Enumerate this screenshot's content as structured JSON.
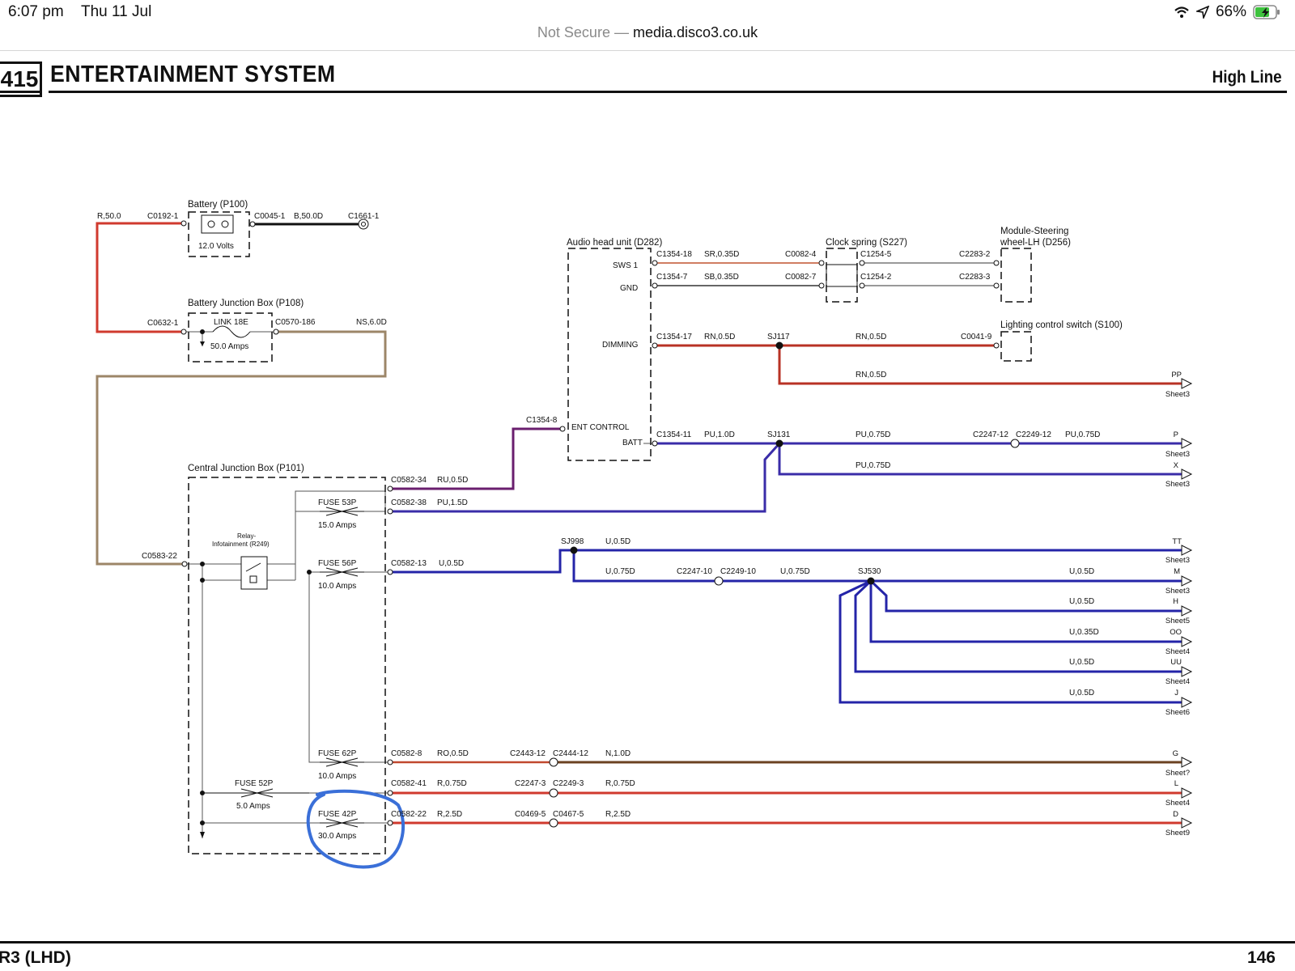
{
  "status": {
    "time": "6:07 pm",
    "date": "Thu 11 Jul",
    "battery": "66%"
  },
  "browser": {
    "security": "Not Secure",
    "separator": "—",
    "domain": "media.disco3.co.uk"
  },
  "header": {
    "section_number": "415",
    "title": "ENTERTAINMENT SYSTEM",
    "variant": "High Line"
  },
  "footer": {
    "left": "R3 (LHD)",
    "page": "146"
  },
  "diagram": {
    "components": {
      "battery": "Battery (P100)",
      "battery_voltage": "12.0 Volts",
      "bjb": "Battery Junction Box (P108)",
      "link": "LINK 18E",
      "link_rating": "50.0 Amps",
      "cjb": "Central Junction Box (P101)",
      "relay_line1": "Relay-",
      "relay_line2": "Infotainment (R249)",
      "audio": "Audio head unit (D282)",
      "clock": "Clock spring (S227)",
      "module_line1": "Module-Steering",
      "module_line2": "wheel-LH (D256)",
      "lighting": "Lighting control switch (S100)"
    },
    "pins": {
      "sws1": "SWS 1",
      "gnd": "GND",
      "dimming": "DIMMING",
      "ent_control": "ENT CONTROL",
      "batt": "BATT"
    },
    "fuses": [
      {
        "name": "FUSE 53P",
        "rating": "15.0 Amps"
      },
      {
        "name": "FUSE 56P",
        "rating": "10.0 Amps"
      },
      {
        "name": "FUSE 62P",
        "rating": "10.0 Amps"
      },
      {
        "name": "FUSE 52P",
        "rating": "5.0 Amps"
      },
      {
        "name": "FUSE 42P",
        "rating": "30.0 Amps"
      }
    ],
    "labels": {
      "r_50": "R,50.0",
      "c0192": "C0192-1",
      "c0045": "C0045-1",
      "b_50": "B,50.0D",
      "c1661": "C1661-1",
      "c0632": "C0632-1",
      "c0570": "C0570-186",
      "ns_6": "NS,6.0D",
      "c0583": "C0583-22",
      "c1354_18": "C1354-18",
      "sr_035": "SR,0.35D",
      "c0082_4": "C0082-4",
      "c1254_5": "C1254-5",
      "c2283_2": "C2283-2",
      "c1354_7": "C1354-7",
      "sb_035": "SB,0.35D",
      "c0082_7": "C0082-7",
      "c1254_2": "C1254-2",
      "c2283_3": "C2283-3",
      "c1354_17": "C1354-17",
      "rn_05": "RN,0.5D",
      "sj117": "SJ117",
      "c0041_9": "C0041-9",
      "c1354_8": "C1354-8",
      "c1354_11": "C1354-11",
      "pu_10": "PU,1.0D",
      "sj131": "SJ131",
      "pu_075": "PU,0.75D",
      "c2247_12": "C2247-12",
      "c2249_12": "C2249-12",
      "c0582_34": "C0582-34",
      "ru_05": "RU,0.5D",
      "c0582_38": "C0582-38",
      "pu_15": "PU,1.5D",
      "c0582_13": "C0582-13",
      "u_05": "U,0.5D",
      "sj998": "SJ998",
      "u_075": "U,0.75D",
      "c2247_10": "C2247-10",
      "c2249_10": "C2249-10",
      "sj530": "SJ530",
      "u_035": "U,0.35D",
      "c0582_8": "C0582-8",
      "ro_05": "RO,0.5D",
      "c2443_12": "C2443-12",
      "c2444_12": "C2444-12",
      "n_10": "N,1.0D",
      "c0582_41": "C0582-41",
      "r_075": "R,0.75D",
      "c2247_3": "C2247-3",
      "c2249_3": "C2249-3",
      "c0582_22": "C0582-22",
      "r_25": "R,2.5D",
      "c0469_5": "C0469-5",
      "c0467_5": "C0467-5"
    },
    "outputs": [
      {
        "code": "PP",
        "sheet": "Sheet3"
      },
      {
        "code": "P",
        "sheet": "Sheet3"
      },
      {
        "code": "X",
        "sheet": "Sheet3"
      },
      {
        "code": "TT",
        "sheet": "Sheet3"
      },
      {
        "code": "M",
        "sheet": "Sheet3"
      },
      {
        "code": "H",
        "sheet": "Sheet5"
      },
      {
        "code": "OO",
        "sheet": "Sheet4"
      },
      {
        "code": "UU",
        "sheet": "Sheet4"
      },
      {
        "code": "J",
        "sheet": "Sheet6"
      },
      {
        "code": "G",
        "sheet": "Sheet?"
      },
      {
        "code": "L",
        "sheet": "Sheet4"
      },
      {
        "code": "D",
        "sheet": "Sheet9"
      }
    ],
    "colors": {
      "red": "#d03a2e",
      "brown_ns": "#9c8668",
      "purple": "#6a1e6e",
      "blue": "#2424a8",
      "dark_red": "#b83224",
      "brown_n": "#6b4221",
      "highlight": "#3a6fd8"
    }
  }
}
